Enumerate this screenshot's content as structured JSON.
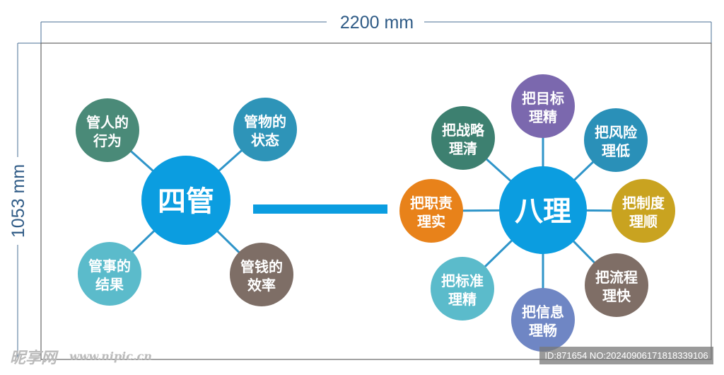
{
  "dimensions": {
    "width_label": "2200 mm",
    "height_label": "1053 mm"
  },
  "colors": {
    "line": "#2f95c9",
    "hub": "#0b9de0",
    "bar": "#0b9de0",
    "dim": "#4a6f96"
  },
  "left_hub": {
    "label": "四管",
    "nodes": [
      {
        "line1": "管人的",
        "line2": "行为",
        "color": "#4a8a78"
      },
      {
        "line1": "管物的",
        "line2": "状态",
        "color": "#2e94b8"
      },
      {
        "line1": "管事的",
        "line2": "结果",
        "color": "#5bbbcb"
      },
      {
        "line1": "管钱的",
        "line2": "效率",
        "color": "#7e6e66"
      }
    ]
  },
  "right_hub": {
    "label": "八理",
    "nodes": [
      {
        "line1": "把目标",
        "line2": "理精",
        "color": "#7b68ae"
      },
      {
        "line1": "把战略",
        "line2": "理清",
        "color": "#3d8070"
      },
      {
        "line1": "把风险",
        "line2": "理低",
        "color": "#2a90b8"
      },
      {
        "line1": "把职责",
        "line2": "理实",
        "color": "#e8821a"
      },
      {
        "line1": "把制度",
        "line2": "理顺",
        "color": "#c9a320"
      },
      {
        "line1": "把标准",
        "line2": "理精",
        "color": "#5bbbcb"
      },
      {
        "line1": "把信息",
        "line2": "理畅",
        "color": "#6f86c4"
      },
      {
        "line1": "把流程",
        "line2": "理快",
        "color": "#7f6e66"
      }
    ]
  },
  "watermark": {
    "logo": "昵享网",
    "url": "www.nipic.cn",
    "id": "ID:871654 NO:20240906171818339106"
  }
}
